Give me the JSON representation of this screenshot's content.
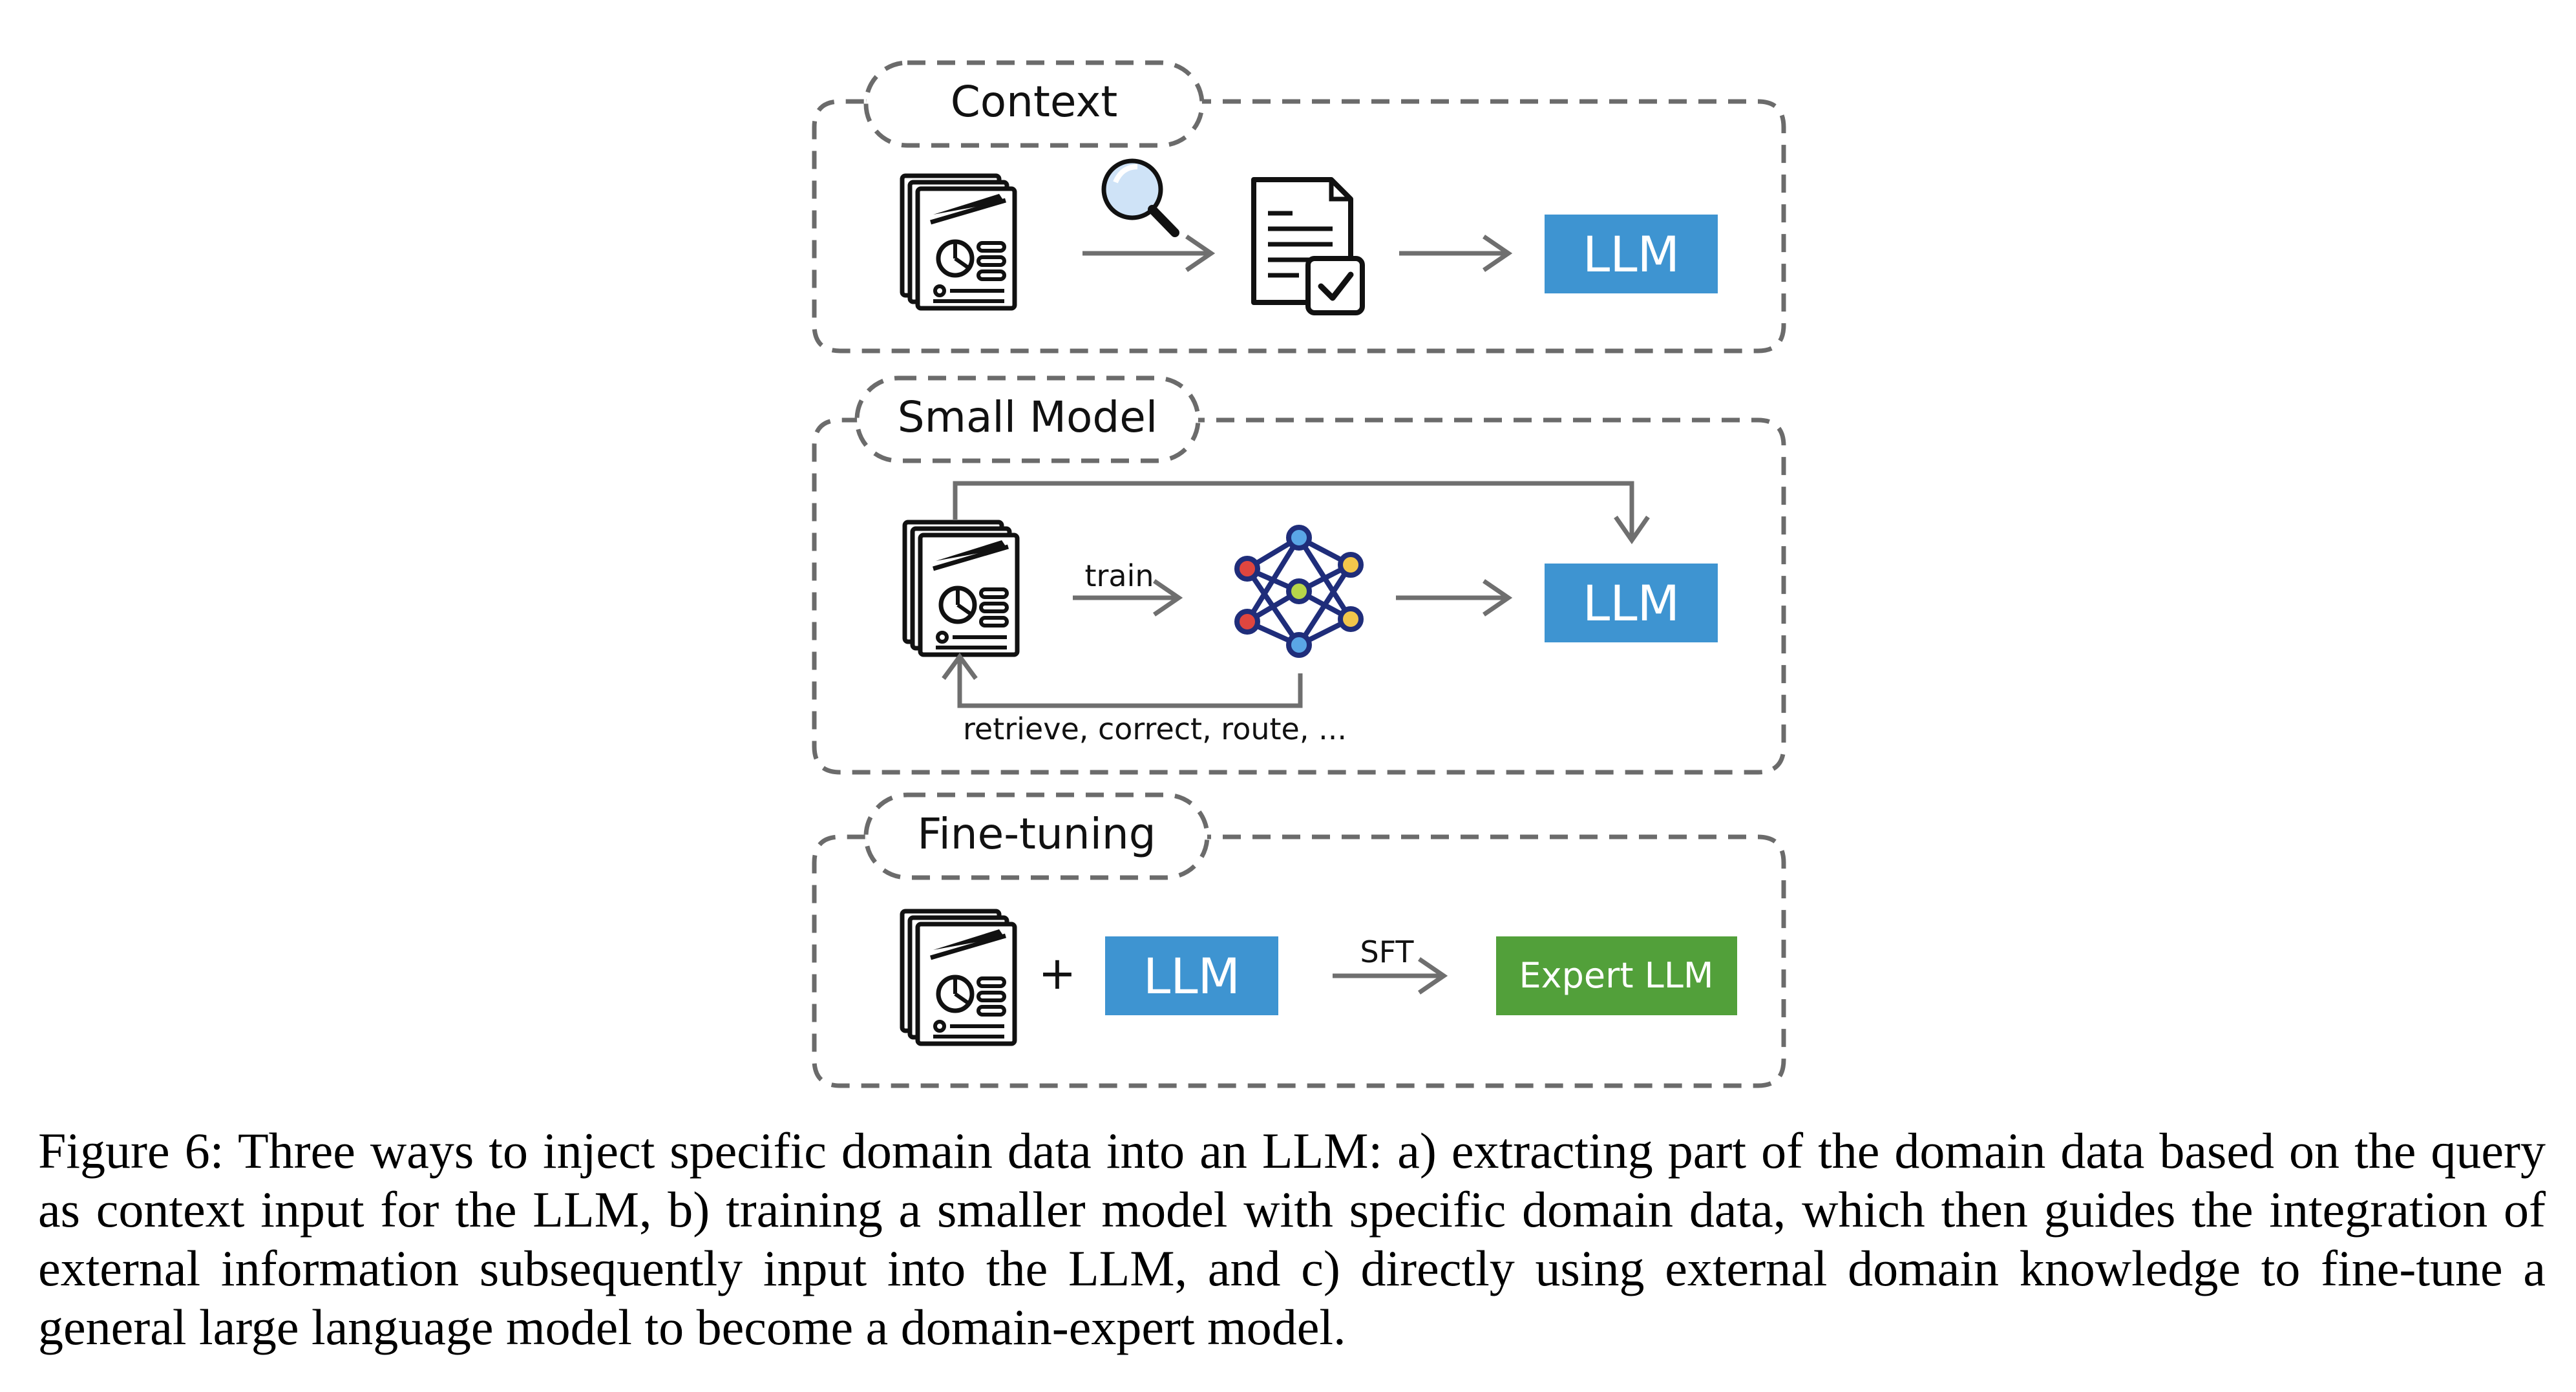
{
  "panels": {
    "context": {
      "title": "Context",
      "llm_label": "LLM"
    },
    "small_model": {
      "title": "Small Model",
      "train_label": "train",
      "feedback_label": "retrieve, correct, route, ...",
      "llm_label": "LLM"
    },
    "fine_tuning": {
      "title": "Fine-tuning",
      "plus_label": "+",
      "llm_label": "LLM",
      "sft_label": "SFT",
      "expert_label": "Expert LLM"
    }
  },
  "colors": {
    "llm_box": "#3e94d1",
    "expert_box": "#52a03a",
    "dash": "#6b6b6b",
    "arrow": "#6f6f6f"
  },
  "icons": [
    "documents-icon",
    "search-icon",
    "checked-document-icon",
    "neural-network-icon"
  ],
  "caption": {
    "label": "Figure 6:",
    "text": "Three ways to inject specific domain data into an LLM: a) extracting part of the domain data based on the query as context input for the LLM, b) training a smaller model with specific domain data, which then guides the integration of external information subsequently input into the LLM, and c) directly using external domain knowledge to fine-tune a general large language model to become a domain-expert model."
  }
}
